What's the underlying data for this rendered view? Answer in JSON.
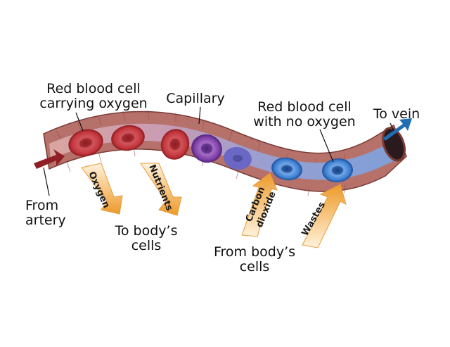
{
  "labels": {
    "rbc_oxygen_1": "Red blood cell",
    "rbc_oxygen_2": "carrying oxygen",
    "capillary": "Capillary",
    "rbc_no_oxygen_1": "Red blood cell",
    "rbc_no_oxygen_2": "with no oxygen",
    "to_vein": "To vein",
    "from_artery_1": "From",
    "from_artery_2": "artery",
    "to_cells_1": "To body’s",
    "to_cells_2": "cells",
    "from_cells_1": "From body’s",
    "from_cells_2": "cells"
  },
  "arrows": {
    "oxygen": "Oxygen",
    "nutrients": "Nutrients",
    "carbon_1": "Carbon",
    "carbon_2": "dioxide",
    "wastes": "Wastes"
  },
  "colors": {
    "vessel": "#b5716a",
    "oxygenated_cell": "#c0343c",
    "transition_cell": "#8a47a8",
    "deoxygenated_cell": "#2f6fc4",
    "exchange_arrow": "#f0a73a",
    "artery_arrow": "#8e1f26",
    "vein_arrow": "#1f6db3"
  }
}
